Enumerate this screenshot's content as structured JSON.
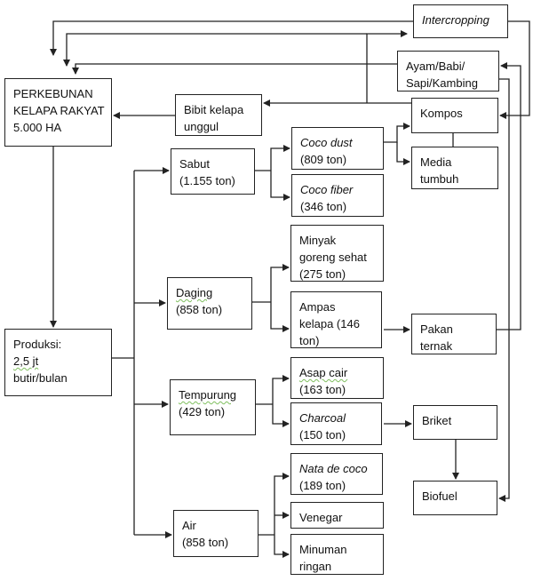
{
  "nodes": {
    "perkebunan": {
      "lines": [
        "PERKEBUNAN",
        "KELAPA RAKYAT",
        "5.000 HA"
      ]
    },
    "bibit": {
      "lines": [
        "Bibit kelapa",
        "unggul"
      ]
    },
    "intercropping": {
      "lines": [
        "Intercropping"
      ],
      "italic": true
    },
    "ternak": {
      "lines": [
        "Ayam/Babi/",
        "Sapi/Kambing"
      ]
    },
    "kompos": {
      "lines": [
        "Kompos"
      ]
    },
    "media": {
      "lines": [
        "Media",
        "tumbuh"
      ]
    },
    "sabut": {
      "lines": [
        "Sabut",
        "(1.155 ton)"
      ]
    },
    "coco_dust": {
      "lines": [
        "Coco dust",
        "(809 ton)"
      ],
      "italic_first": true
    },
    "coco_fiber": {
      "lines": [
        "Coco fiber",
        "(346 ton)"
      ],
      "italic_first": true
    },
    "minyak": {
      "lines": [
        "Minyak",
        "goreng sehat",
        "(275 ton)"
      ]
    },
    "daging": {
      "lines": [
        "Daging",
        "(858 ton)"
      ]
    },
    "ampas": {
      "lines": [
        "Ampas",
        "kelapa   (146",
        "ton)"
      ]
    },
    "pakan": {
      "lines": [
        "Pakan",
        "ternak"
      ]
    },
    "produksi": {
      "lines": [
        "Produksi:",
        "2,5 jt",
        "butir/bulan"
      ]
    },
    "tempurung": {
      "lines": [
        "Tempurung",
        "(429 ton)"
      ]
    },
    "asap": {
      "lines": [
        "Asap cair",
        "(163 ton)"
      ]
    },
    "charcoal": {
      "lines": [
        "Charcoal",
        "(150 ton)"
      ],
      "italic_first": true
    },
    "briket": {
      "lines": [
        "Briket"
      ]
    },
    "biofuel": {
      "lines": [
        "Biofuel"
      ]
    },
    "air": {
      "lines": [
        "Air",
        "(858 ton)"
      ]
    },
    "nata": {
      "lines": [
        "Nata de coco",
        "(189 ton)"
      ],
      "italic_first": true
    },
    "venegar": {
      "lines": [
        "Venegar"
      ]
    },
    "minuman": {
      "lines": [
        "Minuman",
        "ringan"
      ]
    }
  },
  "colors": {
    "line": "#222222",
    "box_border": "#222222",
    "spellcheck_underline": "#7fbf5f"
  }
}
